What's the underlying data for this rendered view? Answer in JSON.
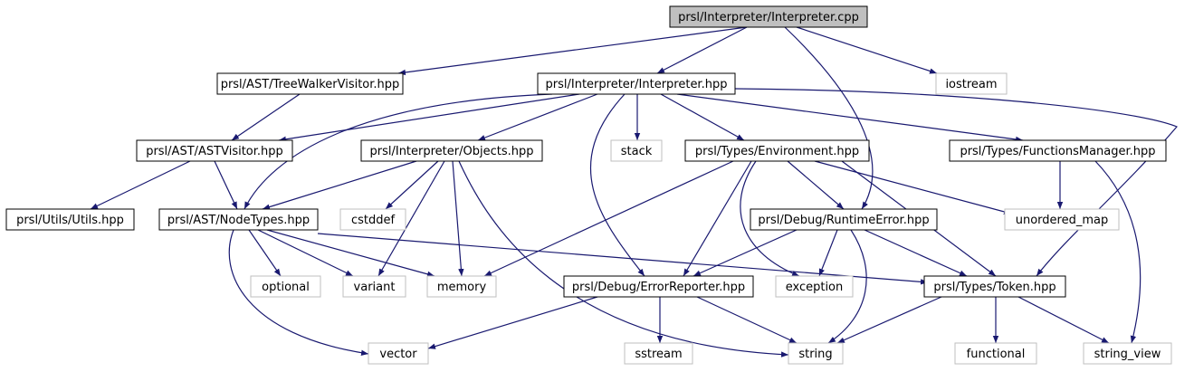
{
  "colors": {
    "edge": "#191970",
    "root_fill": "#bfbfbf",
    "project_border": "#000000",
    "external_border": "#bfbfbf",
    "external_text": "#404040",
    "project_text": "#000000",
    "background": "#ffffff"
  },
  "nodes": [
    {
      "id": "interp_cpp",
      "label": "prsl/Interpreter/Interpreter.cpp",
      "kind": "root"
    },
    {
      "id": "treewalker",
      "label": "prsl/AST/TreeWalkerVisitor.hpp",
      "kind": "project"
    },
    {
      "id": "interp_hpp",
      "label": "prsl/Interpreter/Interpreter.hpp",
      "kind": "project"
    },
    {
      "id": "iostream",
      "label": "iostream",
      "kind": "external"
    },
    {
      "id": "astvisitor",
      "label": "prsl/AST/ASTVisitor.hpp",
      "kind": "project"
    },
    {
      "id": "objects",
      "label": "prsl/Interpreter/Objects.hpp",
      "kind": "project"
    },
    {
      "id": "stack",
      "label": "stack",
      "kind": "external"
    },
    {
      "id": "environment",
      "label": "prsl/Types/Environment.hpp",
      "kind": "project"
    },
    {
      "id": "funcmgr",
      "label": "prsl/Types/FunctionsManager.hpp",
      "kind": "project"
    },
    {
      "id": "utils",
      "label": "prsl/Utils/Utils.hpp",
      "kind": "project"
    },
    {
      "id": "nodetypes",
      "label": "prsl/AST/NodeTypes.hpp",
      "kind": "project"
    },
    {
      "id": "cstddef",
      "label": "cstddef",
      "kind": "external"
    },
    {
      "id": "runtimeerror",
      "label": "prsl/Debug/RuntimeError.hpp",
      "kind": "project"
    },
    {
      "id": "unordered_map",
      "label": "unordered_map",
      "kind": "external"
    },
    {
      "id": "optional",
      "label": "optional",
      "kind": "external"
    },
    {
      "id": "variant",
      "label": "variant",
      "kind": "external"
    },
    {
      "id": "memory",
      "label": "memory",
      "kind": "external"
    },
    {
      "id": "errorreporter",
      "label": "prsl/Debug/ErrorReporter.hpp",
      "kind": "project"
    },
    {
      "id": "exception",
      "label": "exception",
      "kind": "external"
    },
    {
      "id": "token",
      "label": "prsl/Types/Token.hpp",
      "kind": "project"
    },
    {
      "id": "vector",
      "label": "vector",
      "kind": "external"
    },
    {
      "id": "sstream",
      "label": "sstream",
      "kind": "external"
    },
    {
      "id": "string",
      "label": "string",
      "kind": "external"
    },
    {
      "id": "functional",
      "label": "functional",
      "kind": "external"
    },
    {
      "id": "string_view",
      "label": "string_view",
      "kind": "external"
    }
  ],
  "edges": [
    {
      "from": "interp_cpp",
      "to": "treewalker"
    },
    {
      "from": "interp_cpp",
      "to": "interp_hpp"
    },
    {
      "from": "interp_cpp",
      "to": "iostream"
    },
    {
      "from": "interp_cpp",
      "to": "runtimeerror"
    },
    {
      "from": "treewalker",
      "to": "astvisitor"
    },
    {
      "from": "interp_hpp",
      "to": "astvisitor"
    },
    {
      "from": "interp_hpp",
      "to": "nodetypes"
    },
    {
      "from": "interp_hpp",
      "to": "objects"
    },
    {
      "from": "interp_hpp",
      "to": "stack"
    },
    {
      "from": "interp_hpp",
      "to": "environment"
    },
    {
      "from": "interp_hpp",
      "to": "funcmgr"
    },
    {
      "from": "interp_hpp",
      "to": "errorreporter"
    },
    {
      "from": "interp_hpp",
      "to": "token"
    },
    {
      "from": "astvisitor",
      "to": "utils"
    },
    {
      "from": "astvisitor",
      "to": "nodetypes"
    },
    {
      "from": "objects",
      "to": "nodetypes"
    },
    {
      "from": "objects",
      "to": "cstddef"
    },
    {
      "from": "objects",
      "to": "variant"
    },
    {
      "from": "objects",
      "to": "memory"
    },
    {
      "from": "objects",
      "to": "string"
    },
    {
      "from": "environment",
      "to": "runtimeerror"
    },
    {
      "from": "environment",
      "to": "unordered_map"
    },
    {
      "from": "environment",
      "to": "memory"
    },
    {
      "from": "environment",
      "to": "errorreporter"
    },
    {
      "from": "environment",
      "to": "exception"
    },
    {
      "from": "environment",
      "to": "token"
    },
    {
      "from": "funcmgr",
      "to": "unordered_map"
    },
    {
      "from": "funcmgr",
      "to": "string_view"
    },
    {
      "from": "nodetypes",
      "to": "optional"
    },
    {
      "from": "nodetypes",
      "to": "variant"
    },
    {
      "from": "nodetypes",
      "to": "memory"
    },
    {
      "from": "nodetypes",
      "to": "vector"
    },
    {
      "from": "nodetypes",
      "to": "token"
    },
    {
      "from": "runtimeerror",
      "to": "errorreporter"
    },
    {
      "from": "runtimeerror",
      "to": "exception"
    },
    {
      "from": "runtimeerror",
      "to": "token"
    },
    {
      "from": "runtimeerror",
      "to": "string"
    },
    {
      "from": "errorreporter",
      "to": "vector"
    },
    {
      "from": "errorreporter",
      "to": "sstream"
    },
    {
      "from": "errorreporter",
      "to": "string"
    },
    {
      "from": "token",
      "to": "functional"
    },
    {
      "from": "token",
      "to": "string"
    },
    {
      "from": "token",
      "to": "string_view"
    }
  ]
}
